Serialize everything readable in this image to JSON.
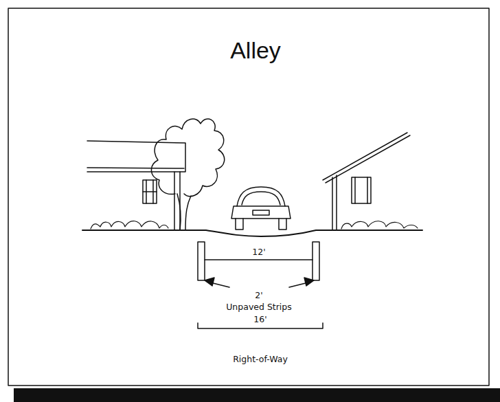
{
  "diagram": {
    "title": "Alley",
    "labels": [
      "12'",
      "2'",
      "Unpaved Strips",
      "16'",
      "Right-of-Way"
    ]
  }
}
